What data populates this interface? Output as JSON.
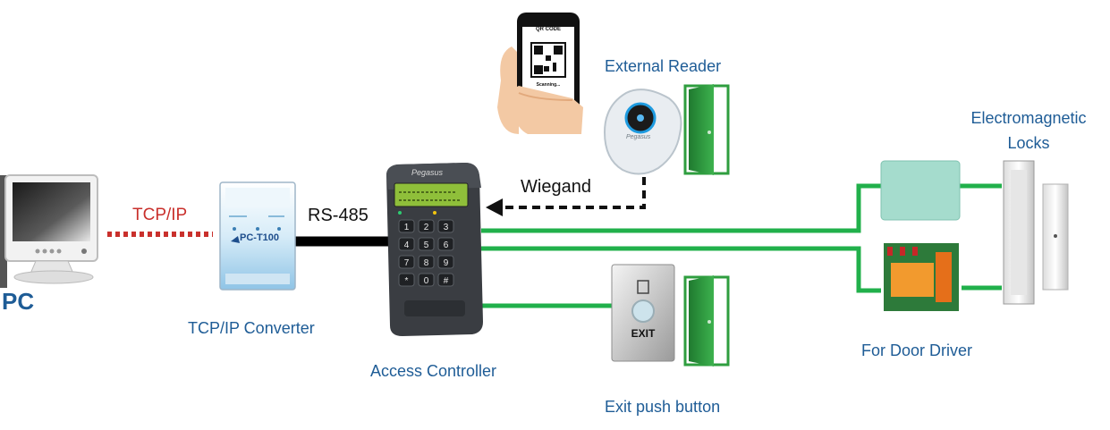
{
  "labels": {
    "pc": "PC",
    "tcpip_link": "TCP/IP",
    "tcpip_converter": "TCP/IP Converter",
    "rs485": "RS-485",
    "access_controller": "Access Controller",
    "wiegand": "Wiegand",
    "external_reader": "External Reader",
    "exit_push_button": "Exit push button",
    "door_driver": "For Door Driver",
    "em_locks_line1": "Electromagnetic",
    "em_locks_line2": "Locks"
  },
  "device_text": {
    "converter_model": "PC-T100",
    "qr_title": "QR CODE",
    "qr_status": "Scanning...",
    "exit_button": "EXIT",
    "controller_brand": "Pegasus",
    "reader_brand": "Pegasus",
    "keypad": [
      "1",
      "2",
      "3",
      "4",
      "5",
      "6",
      "7",
      "8",
      "9",
      "*",
      "0",
      "#"
    ]
  },
  "colors": {
    "label_blue": "#1e5c96",
    "tcpip_red": "#c9302c",
    "wire_green": "#21b04b",
    "rs485_black": "#000000",
    "door_green": "#2f9e3f",
    "controller_body": "#3a3d42",
    "lcd_green": "#8fbf3a"
  }
}
